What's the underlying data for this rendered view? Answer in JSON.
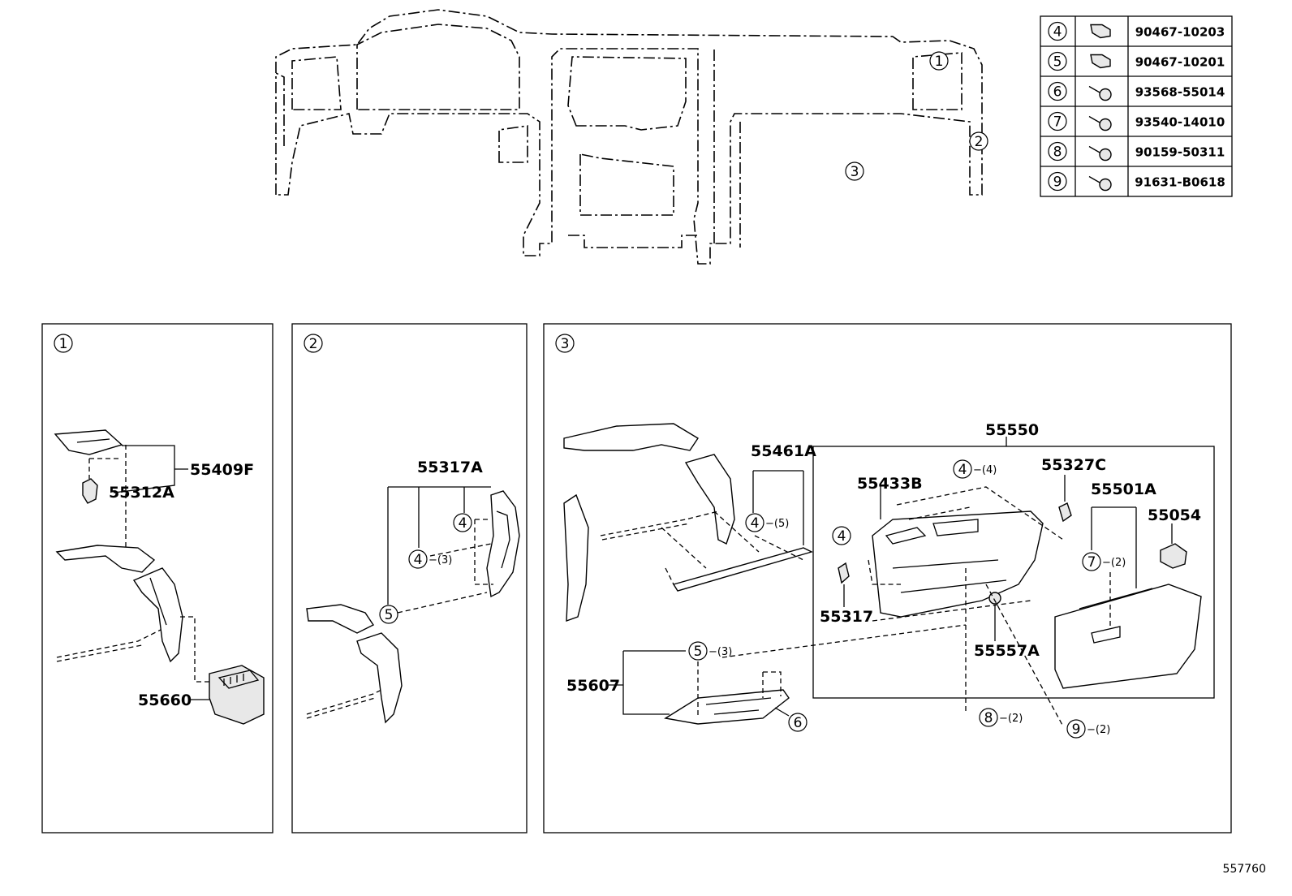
{
  "fastener_table": [
    {
      "ref": "4",
      "part_no": "90467-10203",
      "icon": "clip-icon"
    },
    {
      "ref": "5",
      "part_no": "90467-10201",
      "icon": "clip-icon"
    },
    {
      "ref": "6",
      "part_no": "93568-55014",
      "icon": "screw-icon"
    },
    {
      "ref": "7",
      "part_no": "93540-14010",
      "icon": "screw-icon"
    },
    {
      "ref": "8",
      "part_no": "90159-50311",
      "icon": "screw-icon"
    },
    {
      "ref": "9",
      "part_no": "91631-B0618",
      "icon": "bolt-icon"
    }
  ],
  "overview": {
    "callouts": [
      "1",
      "2",
      "3"
    ]
  },
  "panel1": {
    "number": "1",
    "labels": {
      "p55409F": "55409F",
      "p55312A": "55312A",
      "p55660": "55660"
    }
  },
  "panel2": {
    "number": "2",
    "labels": {
      "p55317A": "55317A"
    },
    "callouts": {
      "c4a": "4",
      "c4b": "4",
      "c5": "5"
    },
    "qty": {
      "q4b": "−(3)"
    }
  },
  "panel3": {
    "number": "3",
    "labels": {
      "p55550": "55550",
      "p55461A": "55461A",
      "p55433B": "55433B",
      "p55327C": "55327C",
      "p55501A": "55501A",
      "p55054": "55054",
      "p55317": "55317",
      "p55557A": "55557A",
      "p55607": "55607"
    },
    "callouts": {
      "c4a": "4",
      "c4b": "4",
      "c4c": "4",
      "c7": "7",
      "c5": "5",
      "c6": "6",
      "c8": "8",
      "c9": "9"
    },
    "qty": {
      "q4a": "−(5)",
      "q4b": "−(4)",
      "q7": "−(2)",
      "q5": "−(3)",
      "q8": "−(2)",
      "q9": "−(2)"
    }
  },
  "illustration_number": "557760",
  "colors": {
    "ink": "#000000",
    "paper": "#ffffff"
  }
}
